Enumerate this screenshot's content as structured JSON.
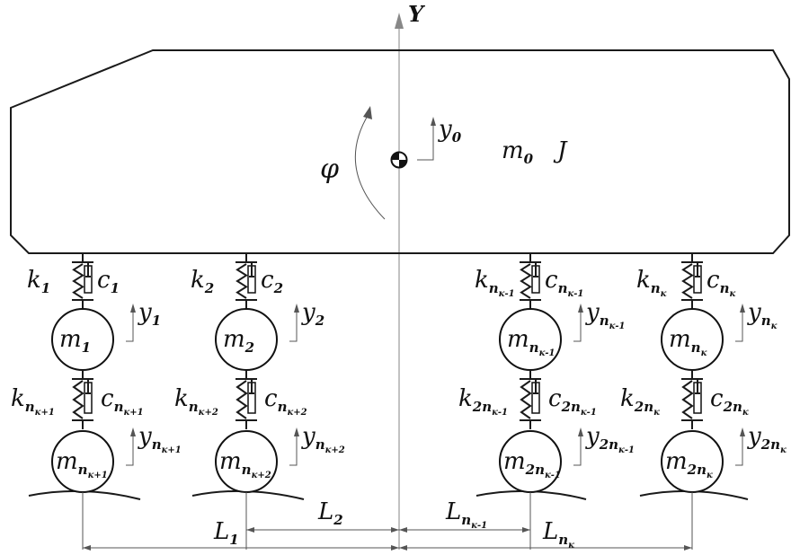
{
  "axis_label": "Y",
  "body": {
    "y": "y",
    "y_sub": "0",
    "mass": "m",
    "mass_sub": "0",
    "inertia": "J",
    "angle": "φ"
  },
  "units": [
    {
      "k": "k",
      "k_sub": "1",
      "k_sub2": "",
      "c": "c",
      "c_sub": "1",
      "c_sub2": "",
      "m": "m",
      "m_sub": "1",
      "m_sub2": "",
      "y": "y",
      "y_sub": "1",
      "y_sub2": "",
      "k2": "k",
      "k2_sub": "n",
      "k2_sub2": "к+1",
      "c2": "c",
      "c2_sub": "n",
      "c2_sub2": "к+1",
      "w": "m",
      "w_sub": "n",
      "w_sub2": "к+1",
      "y2": "y",
      "y2_sub": "n",
      "y2_sub2": "к+1"
    },
    {
      "k": "k",
      "k_sub": "2",
      "k_sub2": "",
      "c": "c",
      "c_sub": "2",
      "c_sub2": "",
      "m": "m",
      "m_sub": "2",
      "m_sub2": "",
      "y": "y",
      "y_sub": "2",
      "y_sub2": "",
      "k2": "k",
      "k2_sub": "n",
      "k2_sub2": "к+2",
      "c2": "c",
      "c2_sub": "n",
      "c2_sub2": "к+2",
      "w": "m",
      "w_sub": "n",
      "w_sub2": "к+2",
      "y2": "y",
      "y2_sub": "n",
      "y2_sub2": "к+2"
    },
    {
      "k": "k",
      "k_sub": "n",
      "k_sub2": "к-1",
      "c": "c",
      "c_sub": "n",
      "c_sub2": "к-1",
      "m": "m",
      "m_sub": "n",
      "m_sub2": "к-1",
      "y": "y",
      "y_sub": "n",
      "y_sub2": "к-1",
      "k2": "k",
      "k2_sub": "2n",
      "k2_sub2": "к-1",
      "c2": "c",
      "c2_sub": "2n",
      "c2_sub2": "к-1",
      "w": "m",
      "w_sub": "2n",
      "w_sub2": "к-1",
      "y2": "y",
      "y2_sub": "2n",
      "y2_sub2": "к-1"
    },
    {
      "k": "k",
      "k_sub": "n",
      "k_sub2": "к",
      "c": "c",
      "c_sub": "n",
      "c_sub2": "к",
      "m": "m",
      "m_sub": "n",
      "m_sub2": "к",
      "y": "y",
      "y_sub": "n",
      "y_sub2": "к",
      "k2": "k",
      "k2_sub": "2n",
      "k2_sub2": "к",
      "c2": "c",
      "c2_sub": "2n",
      "c2_sub2": "к",
      "w": "m",
      "w_sub": "2n",
      "w_sub2": "к",
      "y2": "y",
      "y2_sub": "2n",
      "y2_sub2": "к"
    }
  ],
  "dims": [
    {
      "t": "L",
      "s": "1",
      "s2": ""
    },
    {
      "t": "L",
      "s": "2",
      "s2": ""
    },
    {
      "t": "L",
      "s": "n",
      "s2": "к-1"
    },
    {
      "t": "L",
      "s": "n",
      "s2": "к"
    }
  ]
}
